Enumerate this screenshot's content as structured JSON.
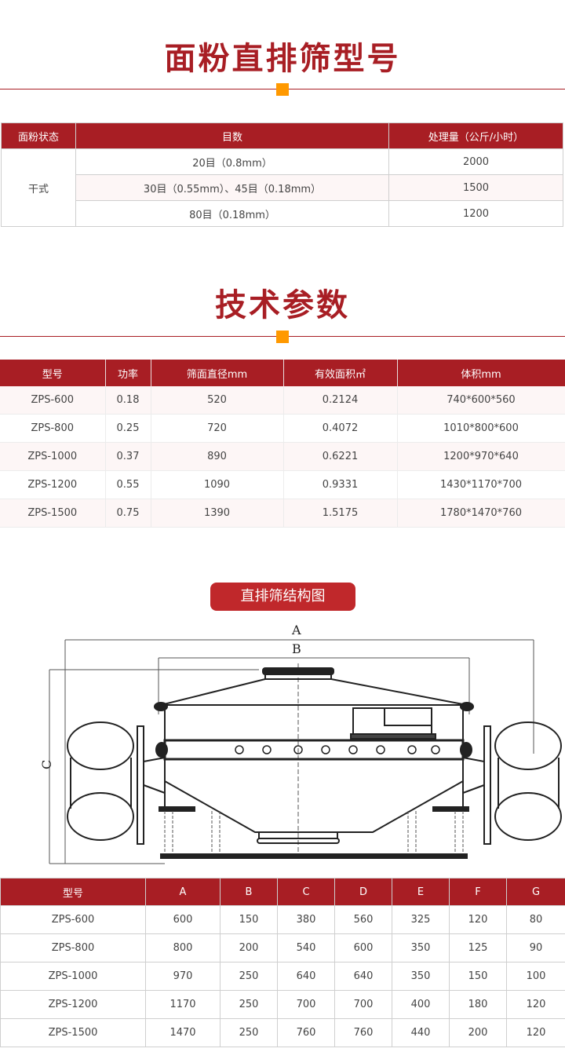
{
  "section1": {
    "title": "面粉直排筛型号",
    "table": {
      "headers": [
        "面粉状态",
        "目数",
        "处理量（公斤/小时）"
      ],
      "state": "干式",
      "rows": [
        {
          "mesh": "20目（0.8mm）",
          "capacity": "2000"
        },
        {
          "mesh": "30目（0.55mm）、45目（0.18mm）",
          "capacity": "1500"
        },
        {
          "mesh": "80目（0.18mm）",
          "capacity": "1200"
        }
      ]
    }
  },
  "section2": {
    "title": "技术参数",
    "table": {
      "headers": [
        "型号",
        "功率",
        "筛面直径mm",
        "有效面积㎡",
        "体积mm"
      ],
      "rows": [
        [
          "ZPS-600",
          "0.18",
          "520",
          "0.2124",
          "740*600*560"
        ],
        [
          "ZPS-800",
          "0.25",
          "720",
          "0.4072",
          "1010*800*600"
        ],
        [
          "ZPS-1000",
          "0.37",
          "890",
          "0.6221",
          "1200*970*640"
        ],
        [
          "ZPS-1200",
          "0.55",
          "1090",
          "0.9331",
          "1430*1170*700"
        ],
        [
          "ZPS-1500",
          "0.75",
          "1390",
          "1.5175",
          "1780*1470*760"
        ]
      ]
    }
  },
  "section3": {
    "badge": "直排筛结构图",
    "diagram": {
      "label_a": "A",
      "label_b": "B",
      "label_c": "C"
    },
    "table": {
      "headers": [
        "型号",
        "A",
        "B",
        "C",
        "D",
        "E",
        "F",
        "G"
      ],
      "rows": [
        [
          "ZPS-600",
          "600",
          "150",
          "380",
          "560",
          "325",
          "120",
          "80"
        ],
        [
          "ZPS-800",
          "800",
          "200",
          "540",
          "600",
          "350",
          "125",
          "90"
        ],
        [
          "ZPS-1000",
          "970",
          "250",
          "640",
          "640",
          "350",
          "150",
          "100"
        ],
        [
          "ZPS-1200",
          "1170",
          "250",
          "700",
          "700",
          "400",
          "180",
          "120"
        ],
        [
          "ZPS-1500",
          "1470",
          "250",
          "760",
          "760",
          "440",
          "200",
          "120"
        ]
      ]
    }
  },
  "colors": {
    "brand_red": "#a81e24",
    "accent_orange": "#ff9900",
    "badge_red": "#c0282b"
  }
}
